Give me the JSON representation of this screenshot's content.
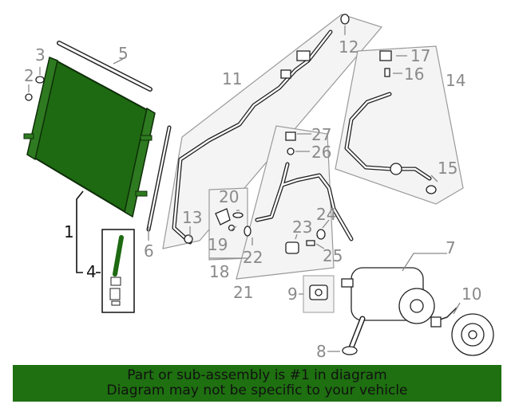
{
  "callouts": {
    "c1": "1",
    "c2": "2",
    "c3": "3",
    "c4": "4",
    "c5": "5",
    "c6": "6",
    "c7": "7",
    "c8": "8",
    "c9": "9",
    "c10": "10",
    "c11": "11",
    "c12": "12",
    "c13": "13",
    "c14": "14",
    "c15": "15",
    "c16": "16",
    "c17": "17",
    "c18": "18",
    "c19": "19",
    "c20": "20",
    "c21": "21",
    "c22": "22",
    "c23": "23",
    "c24": "24",
    "c25": "25",
    "c26": "26",
    "c27": "27"
  },
  "banner": {
    "line1": "Part or sub-assembly is #1 in diagram",
    "line2": "Diagram may not be specific to your vehicle"
  },
  "colors": {
    "highlight": "#1e6a12",
    "banner_bg": "#1e7010",
    "line_gray": "#8a8a8a"
  }
}
